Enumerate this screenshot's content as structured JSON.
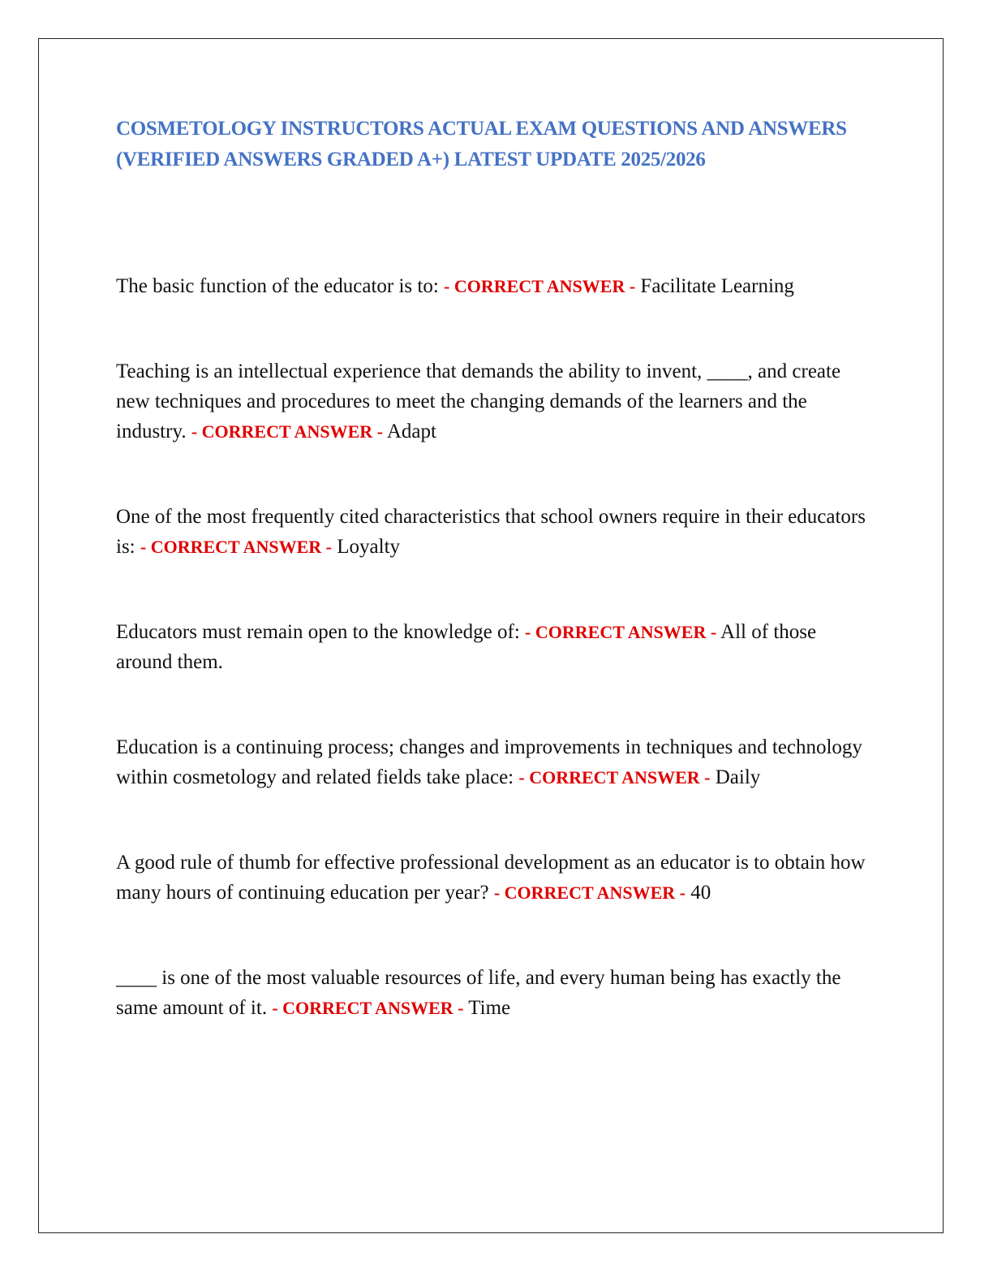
{
  "document": {
    "title": "COSMETOLOGY INSTRUCTORS ACTUAL EXAM QUESTIONS AND ANSWERS (VERIFIED ANSWERS GRADED A+) LATEST UPDATE 2025/2026",
    "answer_marker": "- CORRECT ANSWER -",
    "colors": {
      "title": "#4472c4",
      "answer_marker": "#e00000",
      "body_text": "#111111",
      "border": "#222222"
    },
    "items": [
      {
        "question": "The basic function of the educator is to:",
        "answer": "Facilitate Learning"
      },
      {
        "question": "Teaching is an intellectual experience that demands the ability to invent, ____, and create new techniques and procedures to meet the changing demands of the learners and the industry.",
        "answer": "Adapt"
      },
      {
        "question": "One of the most frequently cited characteristics that school owners require in their educators is:",
        "answer": "Loyalty"
      },
      {
        "question": "Educators must remain open to the knowledge of:",
        "answer": "All of those around them."
      },
      {
        "question": "Education is a continuing process; changes and improvements in techniques and technology within cosmetology and related fields take place:",
        "answer": "Daily"
      },
      {
        "question": "A good rule of thumb for effective professional development as an educator is to obtain how many hours of continuing education per year?",
        "answer": "40"
      },
      {
        "question": "____ is one of the most valuable resources of life, and every human being has exactly the same amount of it.",
        "answer": "Time"
      }
    ]
  }
}
